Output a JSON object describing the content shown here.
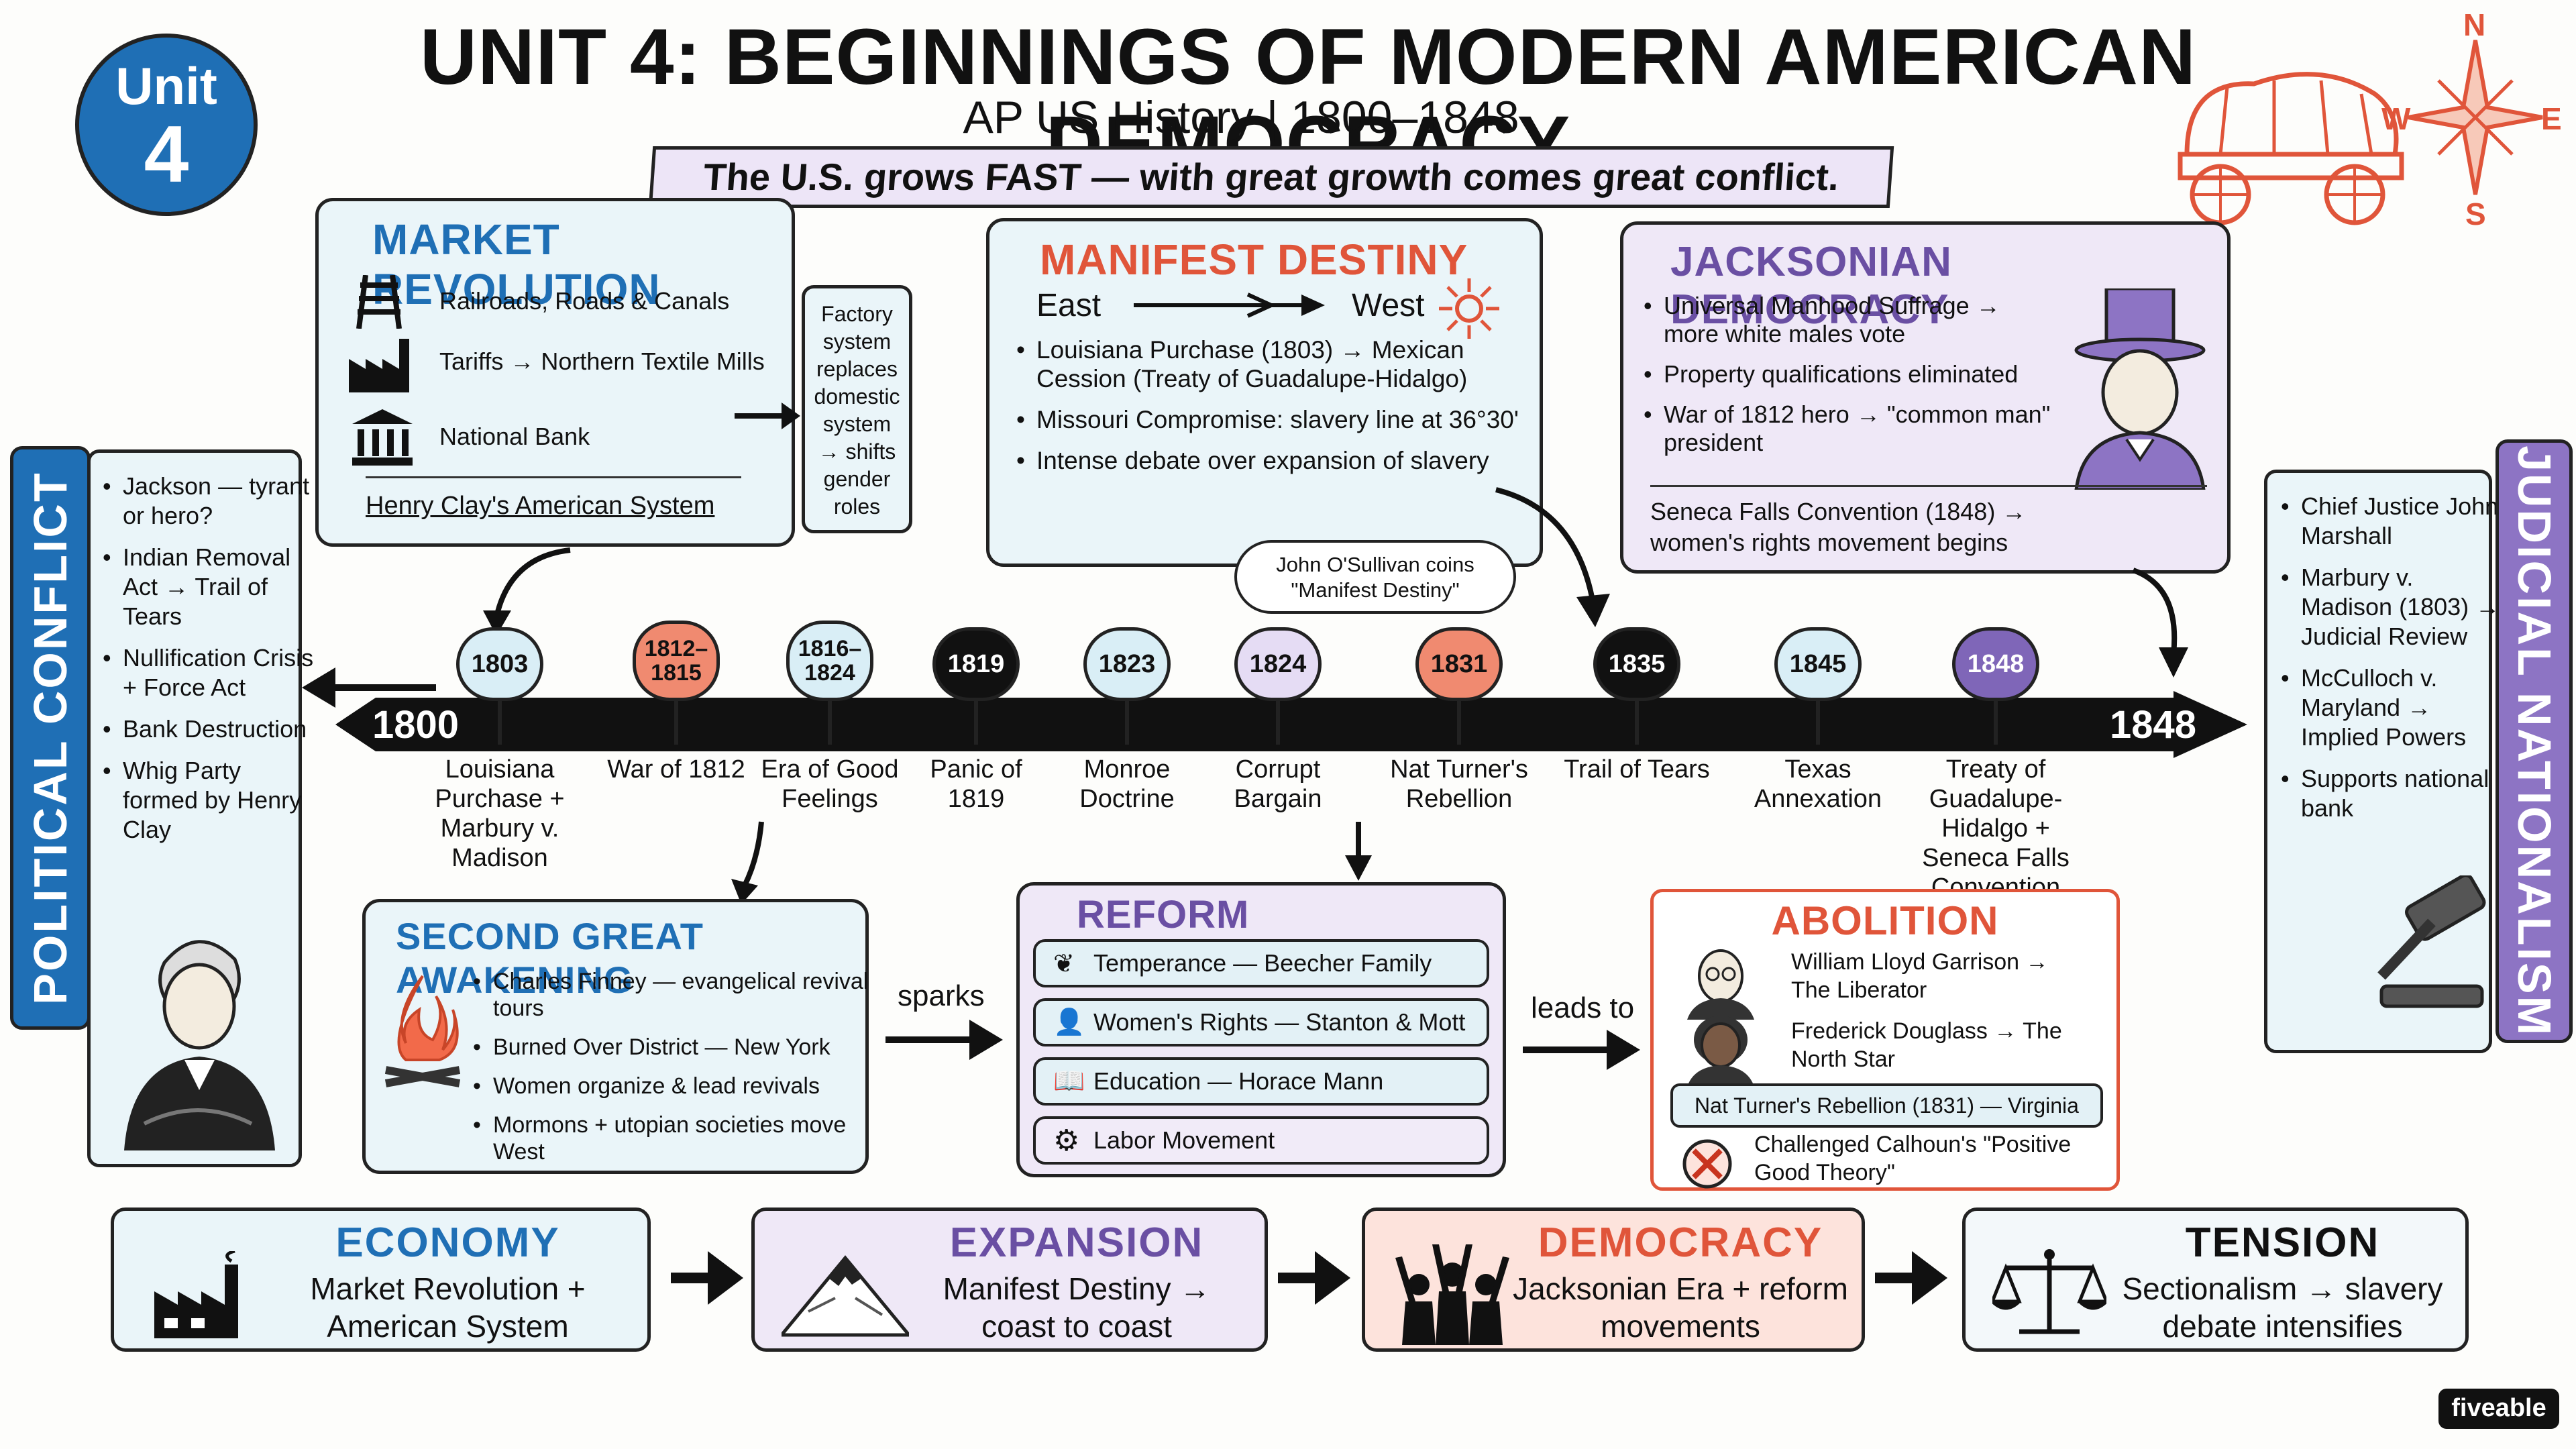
{
  "header": {
    "badge_line1": "Unit",
    "badge_line2": "4",
    "title": "UNIT 4: BEGINNINGS OF MODERN AMERICAN DEMOCRACY",
    "subtitle": "AP US History | 1800–1848",
    "tagline": "The U.S. grows FAST — with great growth comes great conflict.",
    "compass": {
      "n": "N",
      "s": "S",
      "e": "E",
      "w": "W"
    }
  },
  "market_revolution": {
    "title": "MARKET REVOLUTION",
    "items": [
      "Railroads, Roads & Canals",
      "Tariffs → Northern Textile Mills",
      "National Bank"
    ],
    "footer": "Henry Clay's American System",
    "side_note": "Factory system replaces domestic system → shifts gender roles"
  },
  "manifest_destiny": {
    "title": "MANIFEST DESTINY",
    "east": "East",
    "west": "West",
    "items": [
      "Louisiana Purchase (1803) → Mexican Cession (Treaty of Guadalupe-Hidalgo)",
      "Missouri Compromise: slavery line at 36°30'",
      "Intense debate over expansion of slavery"
    ],
    "callout": "John O'Sullivan coins \"Manifest Destiny\""
  },
  "jacksonian_democracy": {
    "title": "JACKSONIAN DEMOCRACY",
    "items": [
      "Universal Manhood Suffrage → more white males vote",
      "Property qualifications eliminated",
      "War of 1812 hero → \"common man\" president"
    ],
    "footer": "Seneca Falls Convention (1848) → women's rights movement begins"
  },
  "political_conflict": {
    "title": "POLITICAL CONFLICT",
    "items": [
      "Jackson — tyrant or hero?",
      "Indian Removal Act → Trail of Tears",
      "Nullification Crisis + Force Act",
      "Bank Destruction",
      "Whig Party formed by Henry Clay"
    ]
  },
  "judicial_nationalism": {
    "title": "JUDICIAL NATIONALISM",
    "items": [
      "Chief Justice John Marshall",
      "Marbury v. Madison (1803) → Judicial Review",
      "McCulloch v. Maryland → Implied Powers",
      "Supports national bank"
    ]
  },
  "timeline": {
    "start": "1800",
    "end": "1848",
    "events": [
      {
        "date": "1803",
        "label": "Louisiana Purchase + Marbury v. Madison",
        "color": "#d9eef6"
      },
      {
        "date": "1812–1815",
        "label": "War of 1812",
        "color": "#f08a70"
      },
      {
        "date": "1816–1824",
        "label": "Era of Good Feelings",
        "color": "#d9eef6"
      },
      {
        "date": "1819",
        "label": "Panic of 1819",
        "color": "#111111"
      },
      {
        "date": "1823",
        "label": "Monroe Doctrine",
        "color": "#d9eef6"
      },
      {
        "date": "1824",
        "label": "Corrupt Bargain",
        "color": "#e5dcf4"
      },
      {
        "date": "1831",
        "label": "Nat Turner's Rebellion",
        "color": "#f08a70"
      },
      {
        "date": "1835",
        "label": "Trail of Tears",
        "color": "#111111"
      },
      {
        "date": "1845",
        "label": "Texas Annexation",
        "color": "#d9eef6"
      },
      {
        "date": "1848",
        "label": "Treaty of Guadalupe-Hidalgo + Seneca Falls Convention",
        "color": "#7f66b8"
      }
    ]
  },
  "second_great_awakening": {
    "title": "SECOND GREAT AWAKENING",
    "items": [
      "Charles Finney — evangelical revival tours",
      "Burned Over District — New York",
      "Women organize & lead revivals",
      "Mormons + utopian societies move West"
    ]
  },
  "connectors": {
    "sparks": "sparks",
    "leads_to": "leads to"
  },
  "reform_movements": {
    "title": "REFORM MOVEMENTS",
    "items": [
      "Temperance — Beecher Family",
      "Women's Rights — Stanton & Mott",
      "Education — Horace Mann",
      "Labor Movement"
    ]
  },
  "abolition": {
    "title": "ABOLITION",
    "garrison": "William Lloyd Garrison → The Liberator",
    "douglass": "Frederick Douglass → The North Star",
    "nat_turner": "Nat Turner's Rebellion (1831) — Virginia",
    "calhoun": "Challenged Calhoun's \"Positive Good Theory\""
  },
  "bottom_flow": [
    {
      "title": "ECONOMY",
      "text": "Market Revolution + American System"
    },
    {
      "title": "EXPANSION",
      "text": "Manifest Destiny → coast to coast"
    },
    {
      "title": "DEMOCRACY",
      "text": "Jacksonian Era + reform movements"
    },
    {
      "title": "TENSION",
      "text": "Sectionalism → slavery debate intensifies"
    }
  ],
  "brand": "fiveable",
  "colors": {
    "blue": "#1f6fb5",
    "red": "#e0553a",
    "purple": "#6a4fa3",
    "light_blue": "#e7f3f8",
    "light_purple": "#eee7f7",
    "light_red": "#fde3dc"
  }
}
